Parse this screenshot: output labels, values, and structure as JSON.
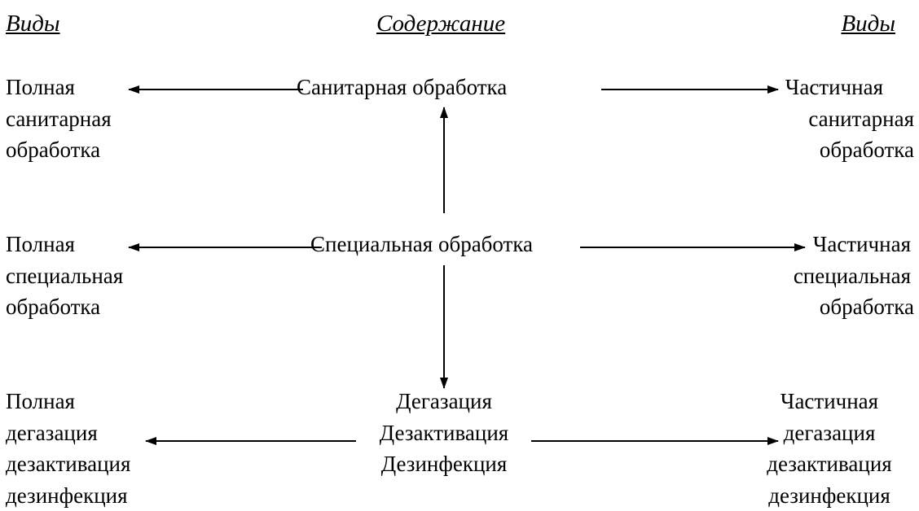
{
  "headers": {
    "left": "Виды",
    "center": "Содержание",
    "right": "Виды"
  },
  "rows": [
    {
      "left": [
        "Полная",
        "санитарная",
        "обработка"
      ],
      "center": [
        "Санитарная обработка"
      ],
      "right": [
        "Частичная",
        "санитарная",
        "обработка"
      ]
    },
    {
      "left": [
        "Полная",
        "специальная",
        "обработка"
      ],
      "center": [
        "Специальная обработка"
      ],
      "right": [
        "Частичная",
        "специальная",
        "обработка"
      ]
    },
    {
      "left": [
        "Полная",
        "дегазация",
        "дезактивация",
        "дезинфекция"
      ],
      "center": [
        "Дегазация",
        "Дезактивация",
        "Дезинфекция"
      ],
      "right": [
        "Частичная",
        "дегазация",
        "дезактивация",
        "дезинфекция"
      ]
    }
  ],
  "colors": {
    "text": "#000000",
    "background": "#ffffff"
  }
}
